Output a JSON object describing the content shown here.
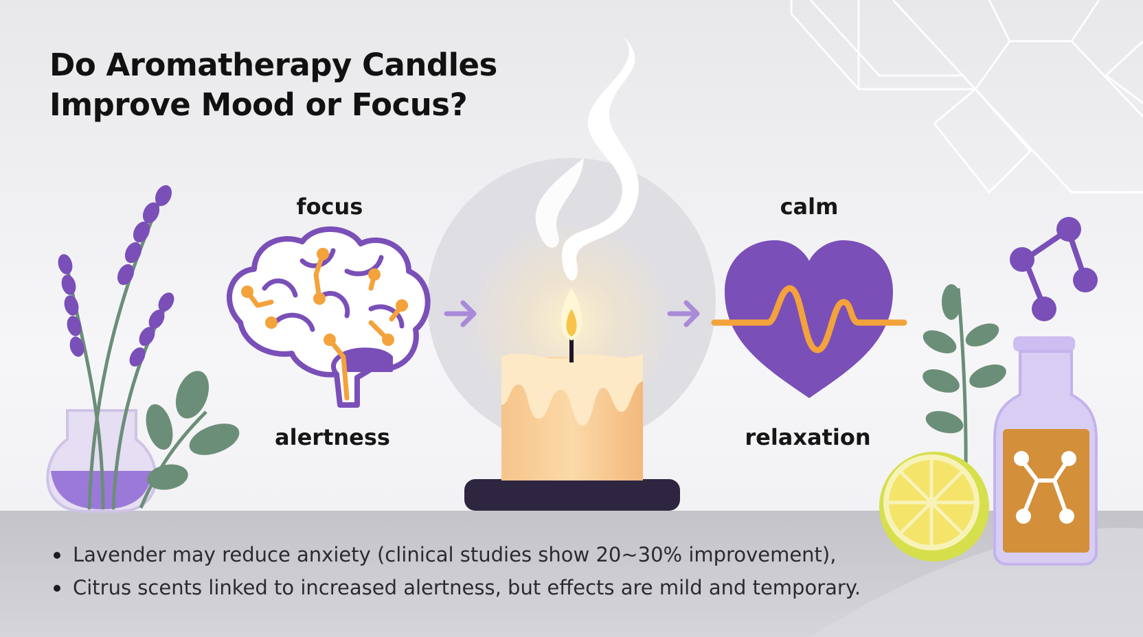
{
  "title": {
    "line1": "Do Aromatherapy Candles",
    "line2": "Improve Mood or Focus?"
  },
  "labels": {
    "focus": "focus",
    "alertness": "alertness",
    "calm": "calm",
    "relaxation": "relaxation"
  },
  "bullets": [
    "Lavender may reduce anxiety (clinical studies show 20~30% improvement),",
    "Citrus scents linked to increased alertness, but effects are mild and temporary."
  ],
  "icons": [
    "lavender-vase-icon",
    "eucalyptus-sprig-icon",
    "brain-icon",
    "arrow-right-icon",
    "candle-icon",
    "smoke-icon",
    "heart-pulse-icon",
    "molecule-icon",
    "lemon-slice-icon",
    "oil-bottle-icon",
    "geometric-pattern-icon"
  ],
  "colors": {
    "purple": "#7a4fb8",
    "orange": "#f3a23c",
    "leaf_green": "#6b8e78",
    "candle": "#f9d7a4",
    "candle_base": "#2e2540",
    "floor": "#c9c8ce",
    "background": "#eeedf0"
  }
}
